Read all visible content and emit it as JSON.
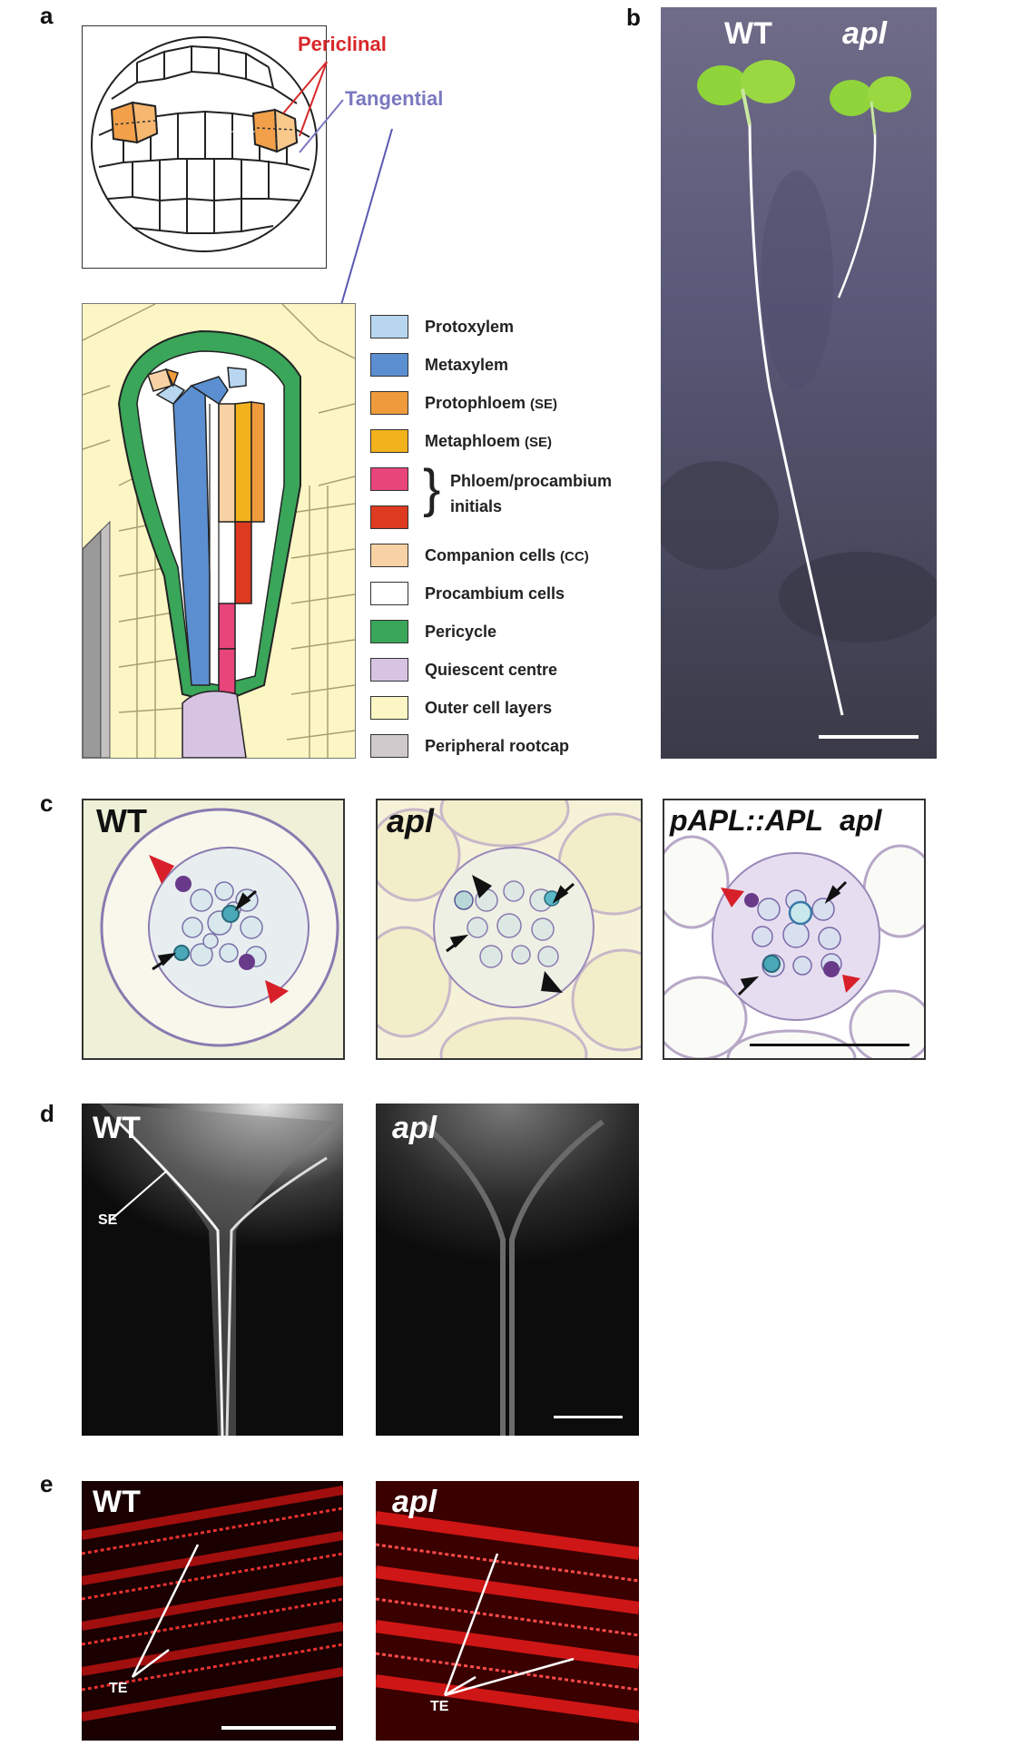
{
  "panels": {
    "a": {
      "label": "a",
      "annotations": {
        "periclinal": "Periclinal",
        "tangential": "Tangential"
      },
      "legend": [
        {
          "name": "Protoxylem",
          "color": "#b8d6f0"
        },
        {
          "name": "Metaxylem",
          "color": "#5b8fd1"
        },
        {
          "name": "Protophloem",
          "suffix": "(SE)",
          "color": "#ef9b3c"
        },
        {
          "name": "Metaphloem",
          "suffix": "(SE)",
          "color": "#f2b21c"
        },
        {
          "name": "Phloem/procambium",
          "color": "#e8457a"
        },
        {
          "name": "initials",
          "color": "#dd3a1f"
        },
        {
          "name": "Companion cells",
          "suffix": "(CC)",
          "color": "#f8d2a4"
        },
        {
          "name": "Procambium cells",
          "color": "#ffffff"
        },
        {
          "name": "Pericycle",
          "color": "#3aa65a"
        },
        {
          "name": "Quiescent centre",
          "color": "#d7c3e2"
        },
        {
          "name": "Outer cell layers",
          "color": "#fbf6c4"
        },
        {
          "name": "Peripheral rootcap",
          "color": "#cfc9cc"
        }
      ]
    },
    "b": {
      "label": "b",
      "wt": "WT",
      "apl": "apl"
    },
    "c": {
      "label": "c",
      "wt": "WT",
      "apl": "apl",
      "rescue": "pAPL::APL",
      "rescue_bg": "apl"
    },
    "d": {
      "label": "d",
      "wt": "WT",
      "apl": "apl",
      "se": "SE"
    },
    "e": {
      "label": "e",
      "wt": "WT",
      "apl": "apl",
      "te_wt": "TE",
      "te_apl": "TE"
    }
  },
  "colors": {
    "periclinal": "#d8282a",
    "tangential": "#7a78c0",
    "red_arrow": "#e0202a"
  }
}
